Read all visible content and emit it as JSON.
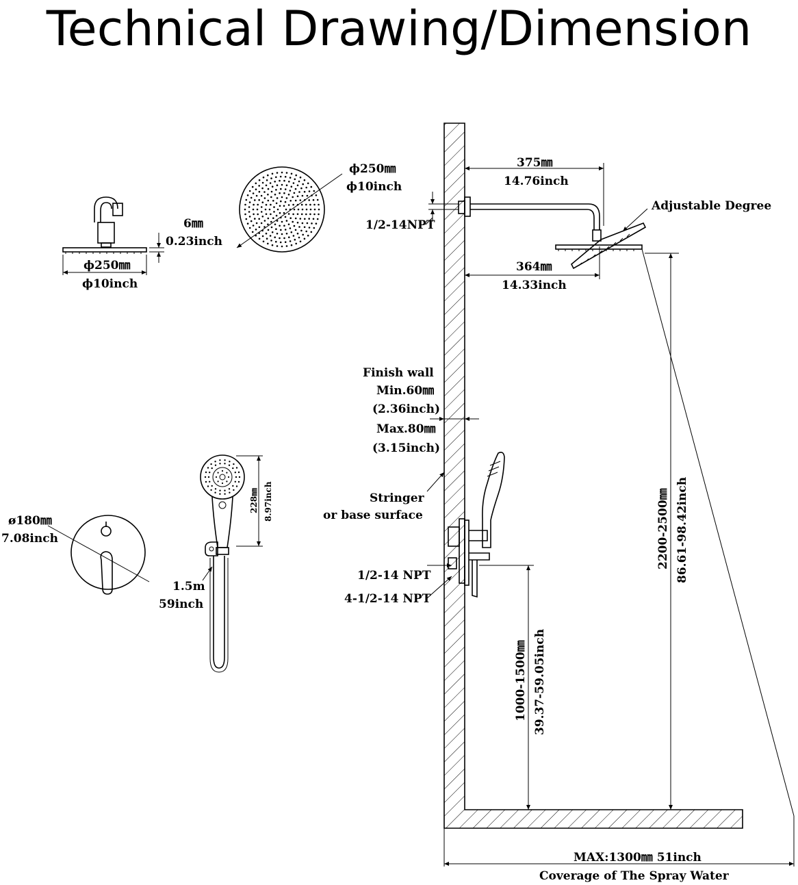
{
  "title": "Technical Drawing/Dimension",
  "labels": {
    "top_head_thickness_mm": "6㎜",
    "top_head_thickness_in": "0.23inch",
    "top_head_dia_mm": "ϕ250㎜",
    "top_head_dia_in": "ϕ10inch",
    "round_head_dia_mm": "ϕ250㎜",
    "round_head_dia_in": "ϕ10inch",
    "arm_length_mm": "375㎜",
    "arm_length_in": "14.76inch",
    "arm_thread": "1/2-14NPT",
    "adjustable": "Adjustable Degree",
    "head_offset_mm": "364㎜",
    "head_offset_in": "14.33inch",
    "finish_wall": "Finish wall",
    "min_mm": "Min.60㎜",
    "min_in": "(2.36inch)",
    "max_mm": "Max.80㎜",
    "max_in": "(3.15inch)",
    "stringer": "Stringer",
    "base_surface": "or base surface",
    "valve_thread_1": "1/2-14 NPT",
    "valve_thread_2": "4-1/2-14 NPT",
    "height_range_mm": "2200-2500㎜",
    "height_range_in": "86.61-98.42inch",
    "valve_height_mm": "1000-1500㎜",
    "valve_height_in": "39.37-59.05inch",
    "plate_dia_mm": "ø180㎜",
    "plate_dia_in": "7.08inch",
    "hose_m": "1.5m",
    "hose_in": "59inch",
    "handheld_mm": "228㎜",
    "handheld_in": "8.97inch",
    "max_coverage": "MAX:1300㎜ 51inch",
    "coverage": "Coverage of The Spray Water"
  }
}
